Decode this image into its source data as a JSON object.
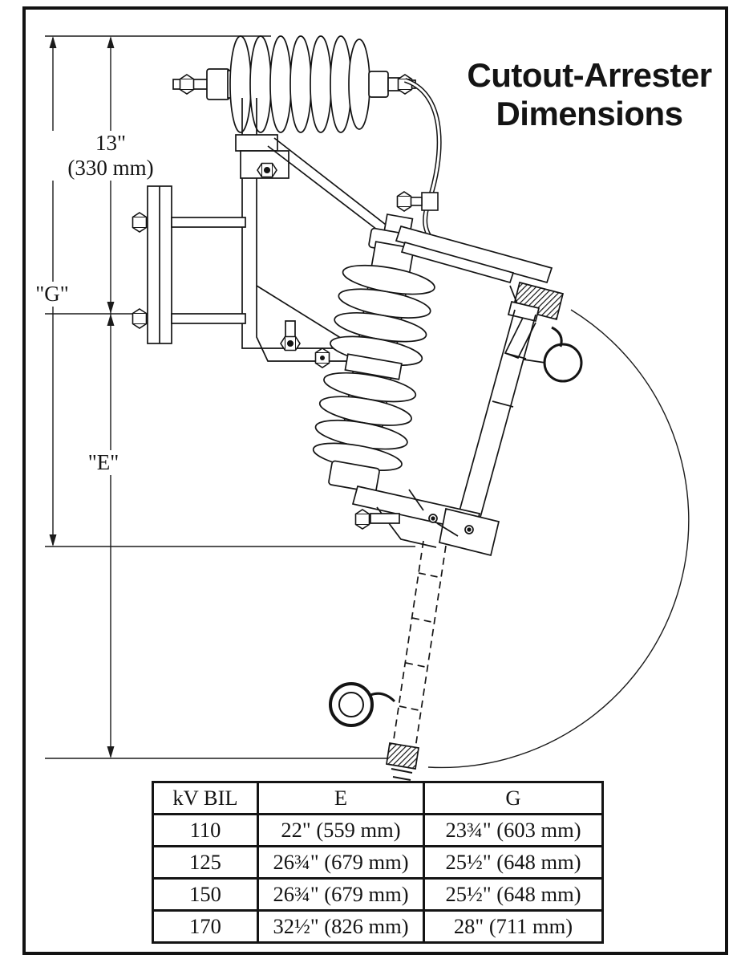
{
  "title": {
    "line1": "Cutout-Arrester",
    "line2": "Dimensions"
  },
  "dims": {
    "arrester_height": "13\"",
    "arrester_height_mm": "(330 mm)",
    "g_label": "\"G\"",
    "e_label": "\"E\""
  },
  "table": {
    "headers": [
      "kV BIL",
      "E",
      "G"
    ],
    "rows": [
      {
        "kv_bil": "110",
        "e": "22\" (559 mm)",
        "g": "23¾\" (603 mm)"
      },
      {
        "kv_bil": "125",
        "e": "26¾\" (679 mm)",
        "g": "25½\" (648 mm)"
      },
      {
        "kv_bil": "150",
        "e": "26¾\" (679 mm)",
        "g": "25½\" (648 mm)"
      },
      {
        "kv_bil": "170",
        "e": "32½\" (826 mm)",
        "g": "28\" (711 mm)"
      }
    ]
  },
  "colors": {
    "ink": "#141414",
    "paper": "#ffffff"
  }
}
